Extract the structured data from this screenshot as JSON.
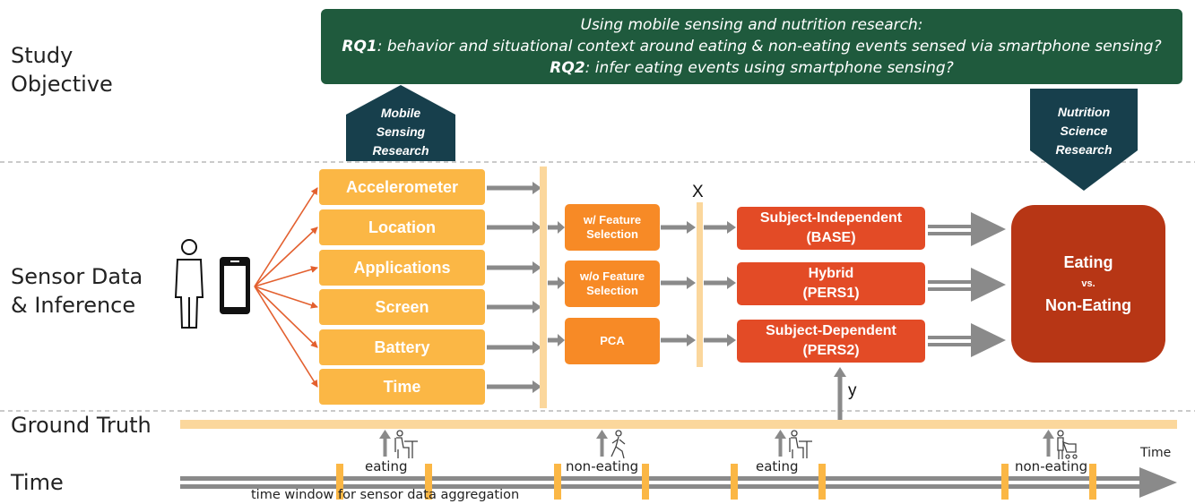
{
  "rows": {
    "study_objective_1": "Study",
    "study_objective_2": "Objective",
    "sensor_1": "Sensor Data",
    "sensor_2": "& Inference",
    "ground_truth": "Ground Truth",
    "time": "Time"
  },
  "objective": {
    "line1": "Using mobile sensing and nutrition research:",
    "rq1_label": "RQ1",
    "rq1_text": ": behavior and situational context around eating & non-eating events sensed via smartphone sensing?",
    "rq2_label": "RQ2",
    "rq2_text": ": infer eating events using smartphone sensing?"
  },
  "mobile_sensing": [
    "Mobile",
    "Sensing",
    "Research"
  ],
  "nutrition_science": [
    "Nutrition",
    "Science",
    "Research"
  ],
  "sensors": [
    "Accelerometer",
    "Location",
    "Applications",
    "Screen",
    "Battery",
    "Time"
  ],
  "feature_steps": [
    {
      "line1": "w/ Feature",
      "line2": "Selection"
    },
    {
      "line1": "w/o Feature",
      "line2": "Selection"
    },
    {
      "line1": "PCA",
      "line2": ""
    }
  ],
  "x_label": "X",
  "y_label": "y",
  "models": [
    {
      "name": "Subject-Independent",
      "code": "(BASE)"
    },
    {
      "name": "Hybrid",
      "code": "(PERS1)"
    },
    {
      "name": "Subject-Dependent",
      "code": "(PERS2)"
    }
  ],
  "result": {
    "line1": "Eating",
    "vs": "vs.",
    "line2": "Non-Eating"
  },
  "events": [
    "eating",
    "non-eating",
    "eating",
    "non-eating"
  ],
  "time_axis_label": "Time",
  "window_label": "time window for sensor data aggregation",
  "colors": {
    "objective_bg": "#1f5a3d",
    "pentagon_bg": "#173f4c",
    "sensor_box": "#fbb745",
    "feature_box": "#f78a26",
    "model_box": "#e34b26",
    "result_box": "#b73615",
    "bar_light": "#fbd79c",
    "arrow_gray": "#8a8a8a",
    "fan_arrow": "#e3602f"
  },
  "icons": [
    "person-icon",
    "smartphone-icon",
    "person-eating-icon",
    "person-walking-icon",
    "person-eating-icon",
    "person-stroller-icon"
  ]
}
